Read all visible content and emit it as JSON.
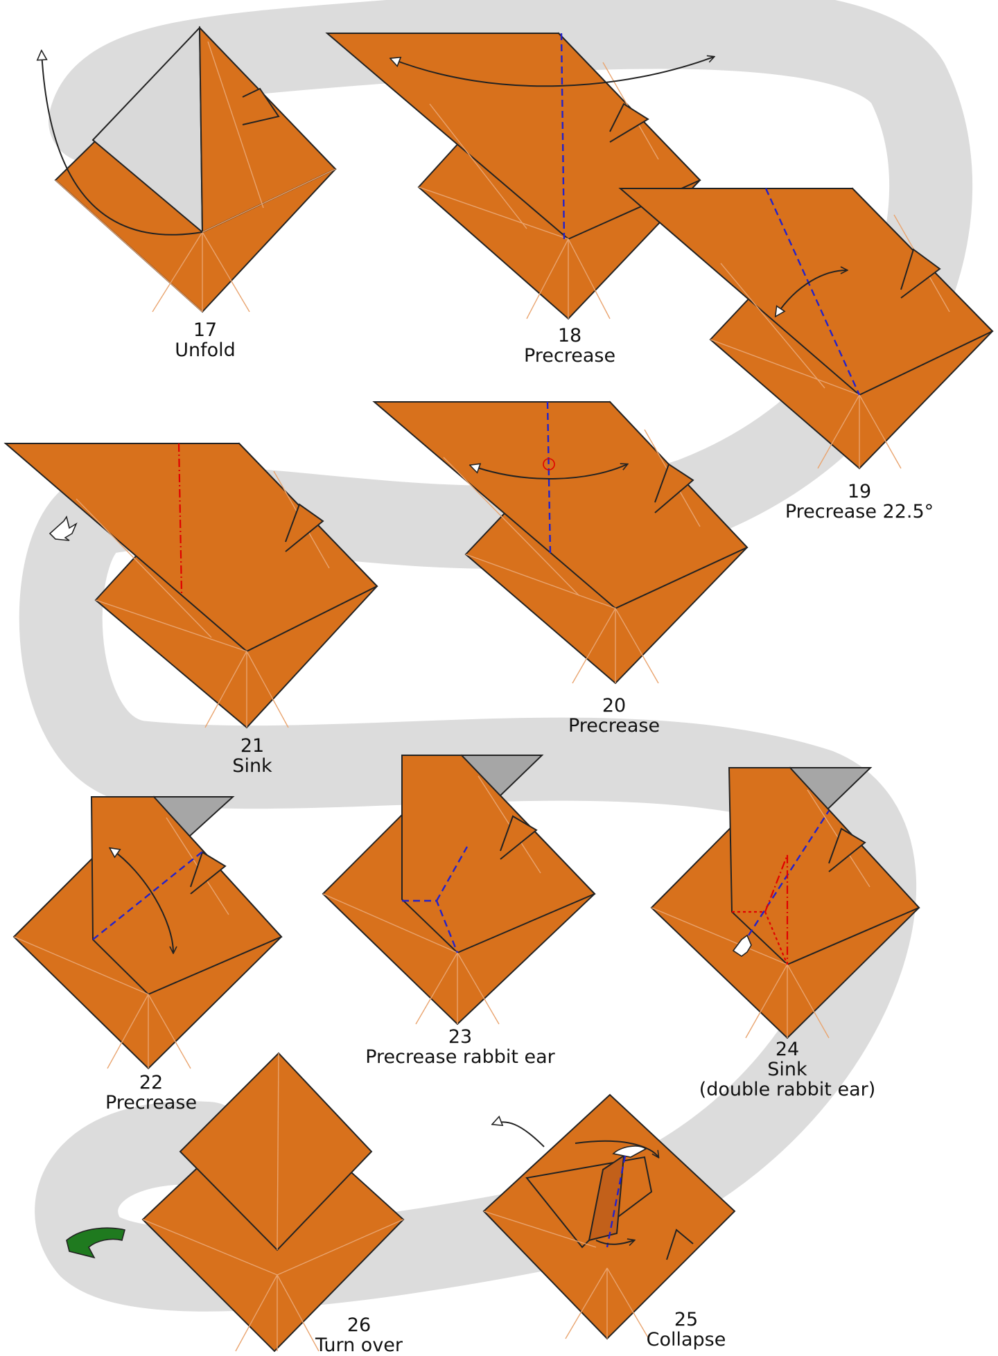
{
  "colors": {
    "paper": "#d8711c",
    "paper_edge": "#222222",
    "crease_line": "#e9a46f",
    "back_side": "#d9d9d9",
    "back_side_dark": "#a6a6a6",
    "path_band": "#dcdcdc",
    "valley_fold": "#2222cc",
    "mountain_fold": "#e00000",
    "arrow": "#222222",
    "turn_over_icon": "#1f7a1f"
  },
  "steps": [
    {
      "number": "17",
      "label": "Unfold",
      "icon": "unfold-arrow-icon"
    },
    {
      "number": "18",
      "label": "Precrease",
      "icon": "fold-unfold-arrow-icon"
    },
    {
      "number": "19",
      "label": "Precrease 22.5°",
      "icon": "fold-unfold-arrow-icon"
    },
    {
      "number": "20",
      "label": "Precrease",
      "icon": "fold-unfold-arrow-icon"
    },
    {
      "number": "21",
      "label": "Sink",
      "icon": "push-arrow-icon"
    },
    {
      "number": "22",
      "label": "Precrease",
      "icon": "fold-unfold-arrow-icon"
    },
    {
      "number": "23",
      "label": "Precrease rabbit ear",
      "icon": "valley-fold-icon"
    },
    {
      "number": "24",
      "label": "Sink",
      "sublabel": "(double rabbit ear)",
      "icon": "push-arrow-icon"
    },
    {
      "number": "25",
      "label": "Collapse",
      "icon": "swing-arrow-icon"
    },
    {
      "number": "26",
      "label": "Turn over",
      "icon": "turn-over-icon"
    }
  ]
}
